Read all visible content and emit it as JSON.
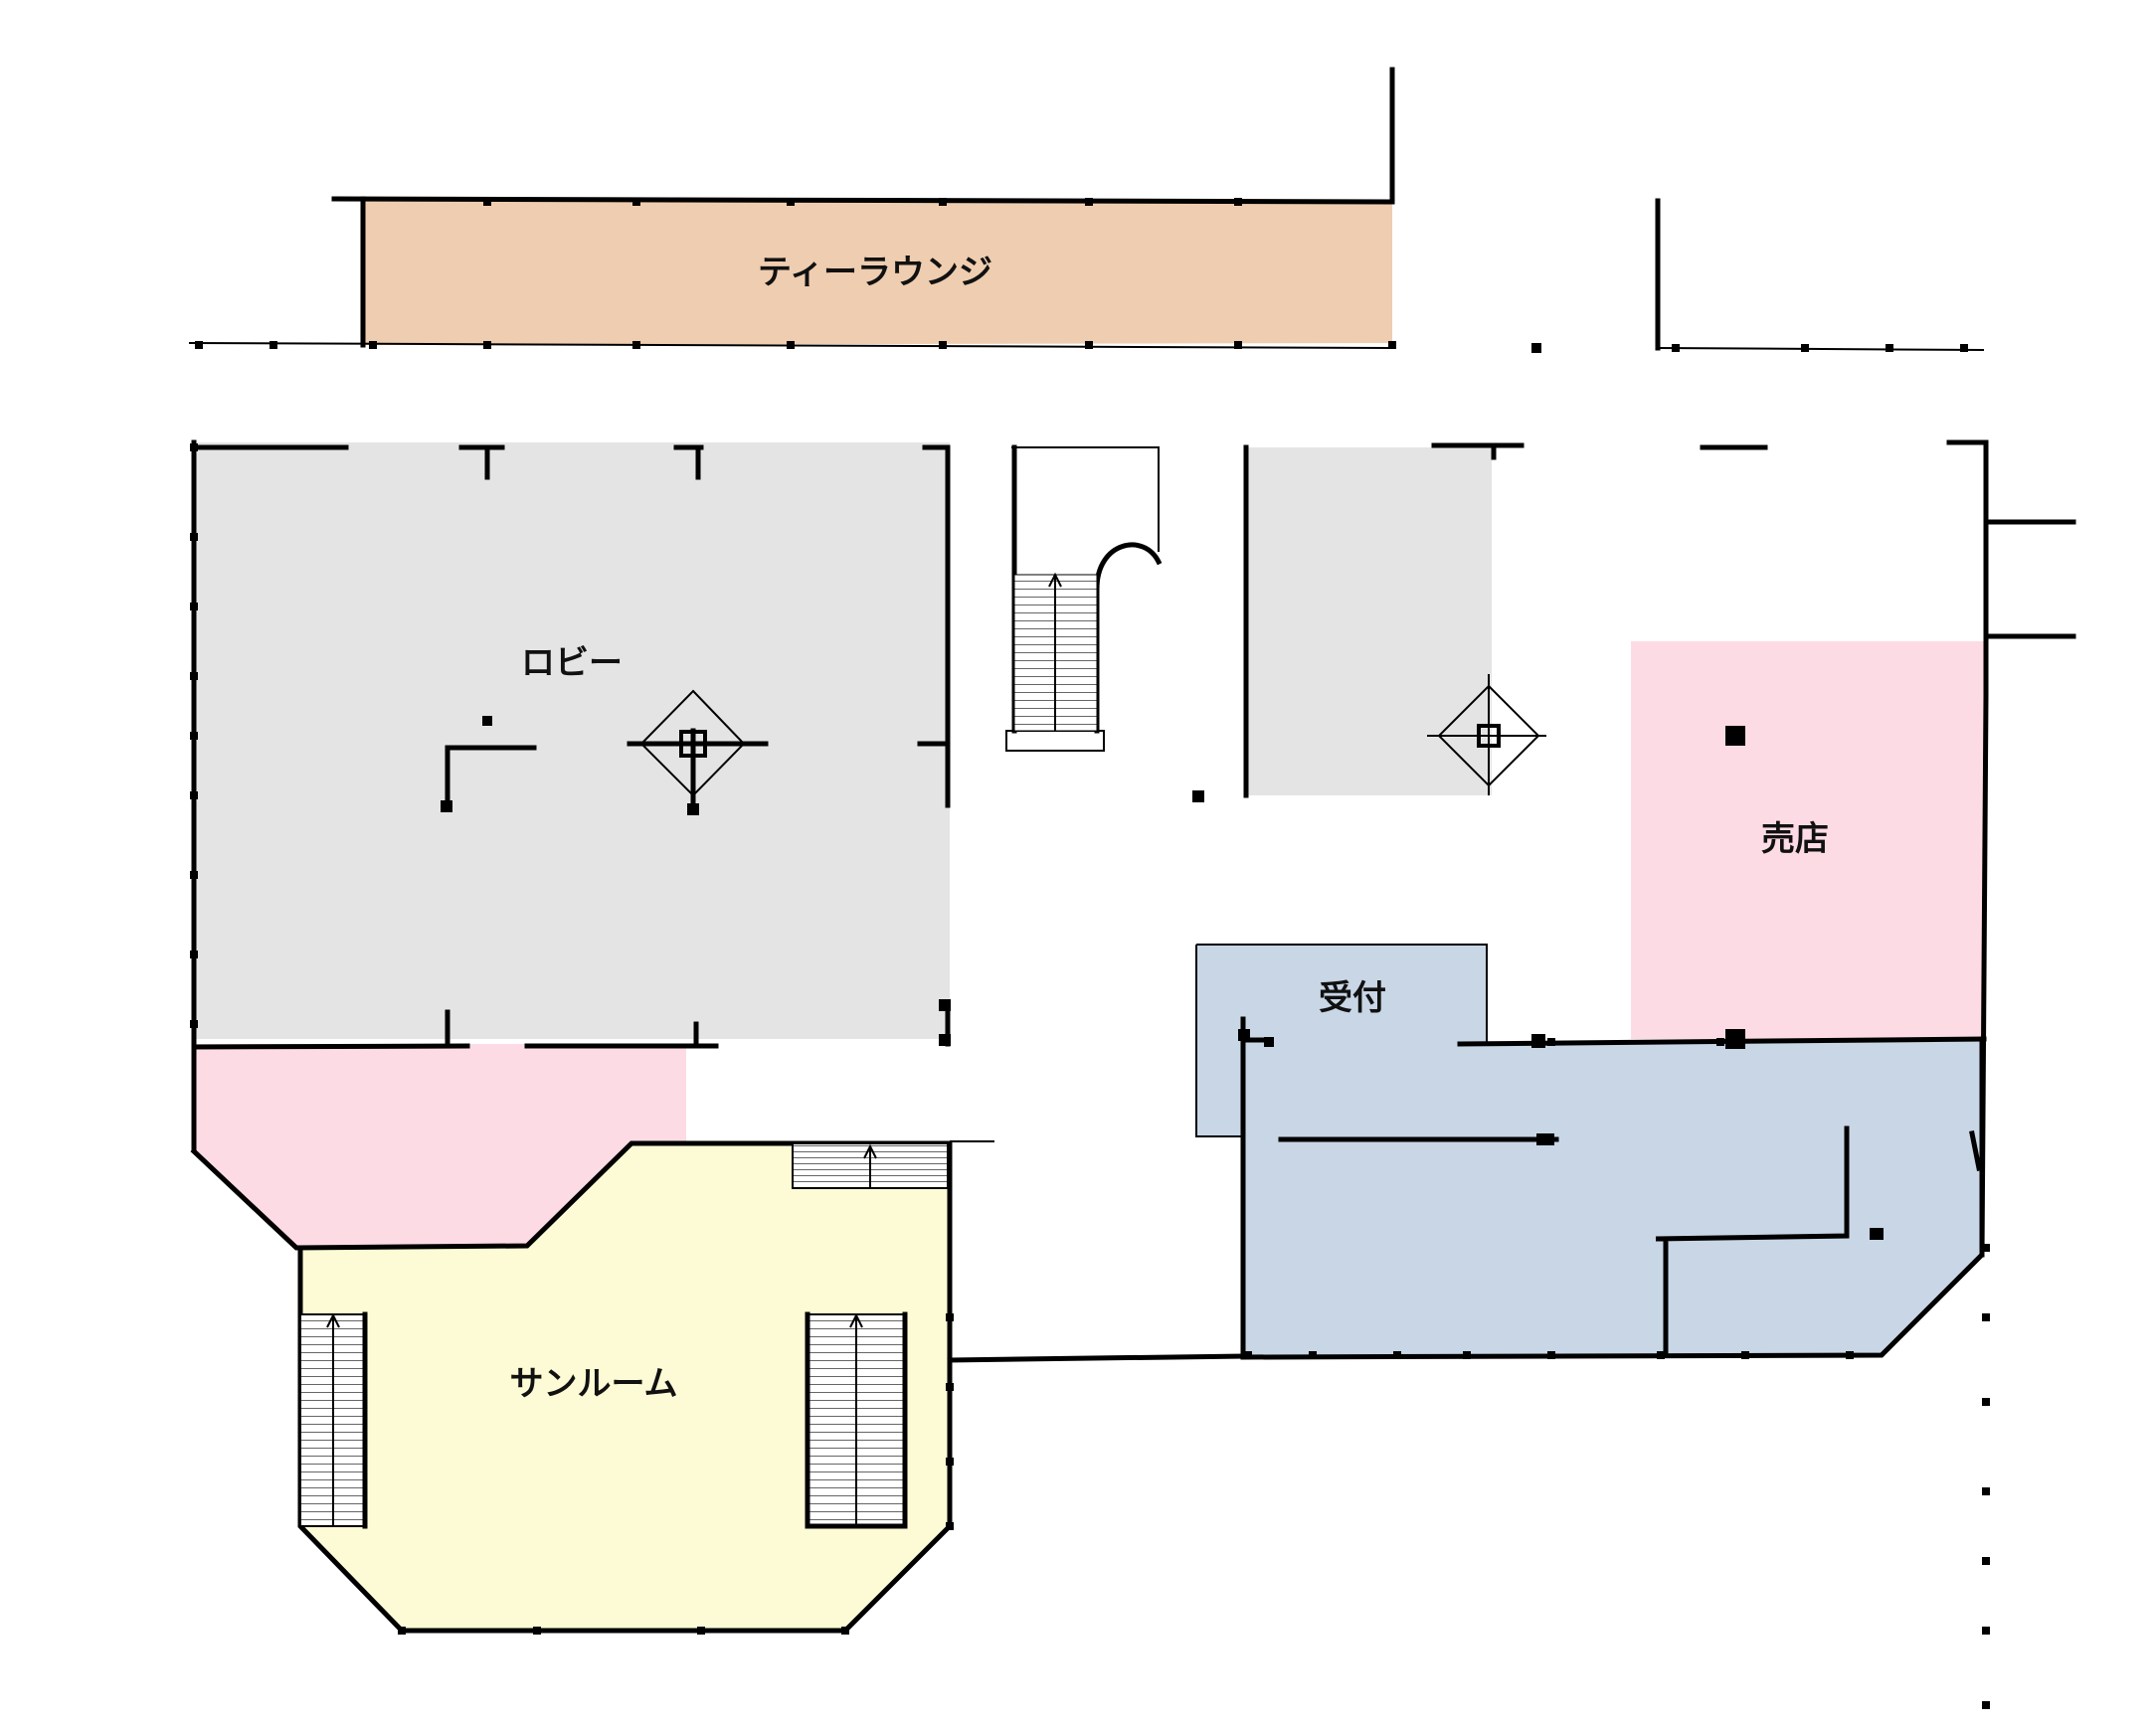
{
  "floor_plan": {
    "colors": {
      "tea_lounge": "#efcdb0",
      "lobby": "#e4e4e4",
      "annex": "#e4e4e4",
      "shop": "#fddbe5",
      "corridor": "#fddbe5",
      "sunroom": "#fdfbd5",
      "reception": "#c8d6e6",
      "wall": "#000000"
    },
    "rooms": [
      {
        "id": "tea_lounge",
        "label": "ティーラウンジ"
      },
      {
        "id": "lobby",
        "label": "ロビー"
      },
      {
        "id": "shop",
        "label": "売店"
      },
      {
        "id": "reception",
        "label": "受付"
      },
      {
        "id": "sunroom",
        "label": "サンルーム"
      }
    ],
    "icons": [
      "stairs-icon",
      "stairs-icon",
      "stairs-icon",
      "stairs-icon",
      "column-icon",
      "column-icon"
    ]
  }
}
